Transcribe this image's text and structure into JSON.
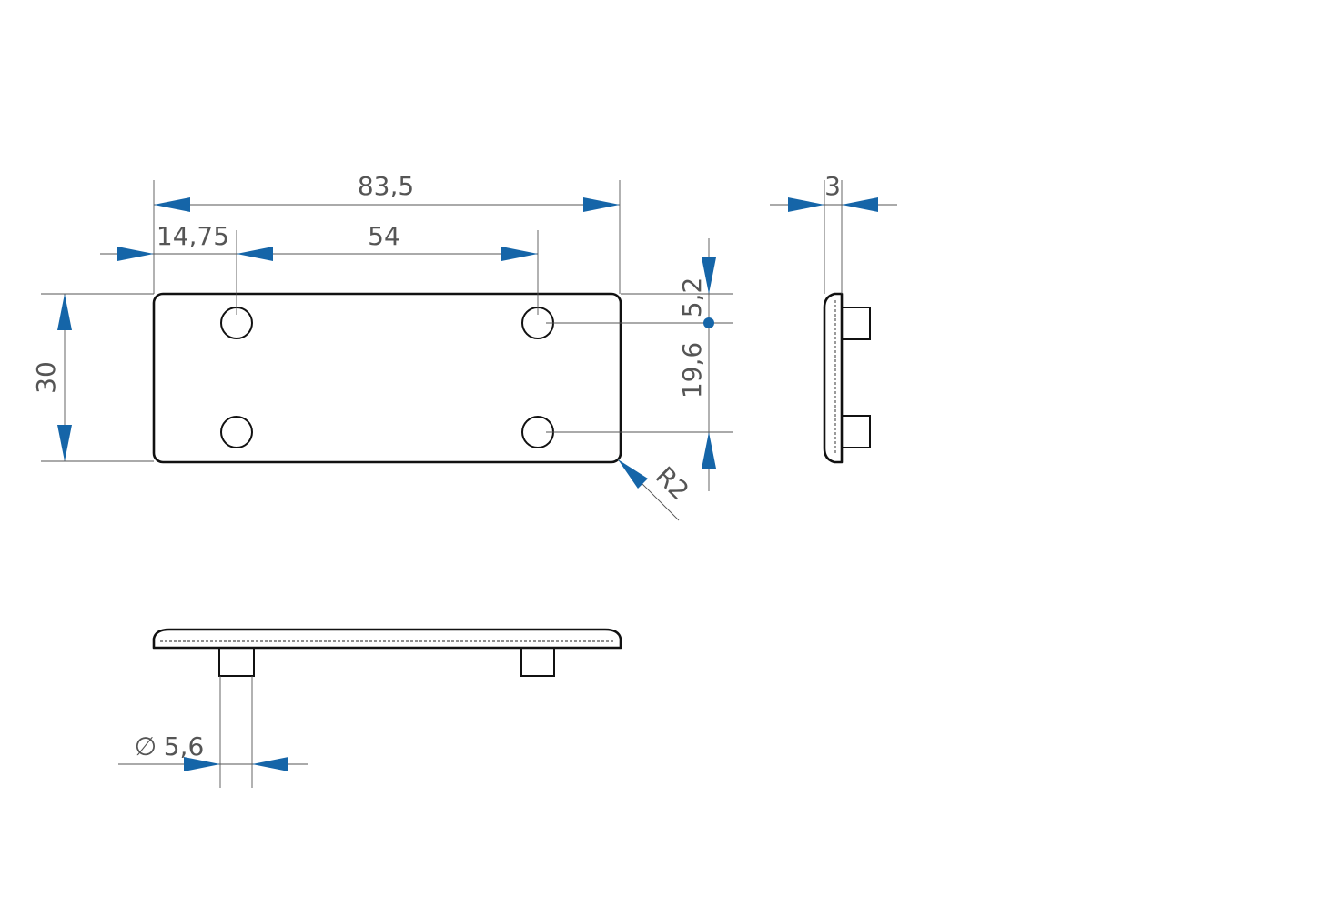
{
  "dimensions": {
    "overall_length": "83,5",
    "hole_offset": "14,75",
    "hole_spacing": "54",
    "height": "30",
    "top_hole_offset": "5,2",
    "vertical_hole_spacing": "19,6",
    "corner_radius": "R2",
    "thickness": "3",
    "pin_diameter": "5,6"
  },
  "symbols": {
    "diameter": "∅"
  },
  "colors": {
    "outline": "#111111",
    "dimension_line": "#555555",
    "arrow": "#1565a8",
    "text": "#555555"
  }
}
